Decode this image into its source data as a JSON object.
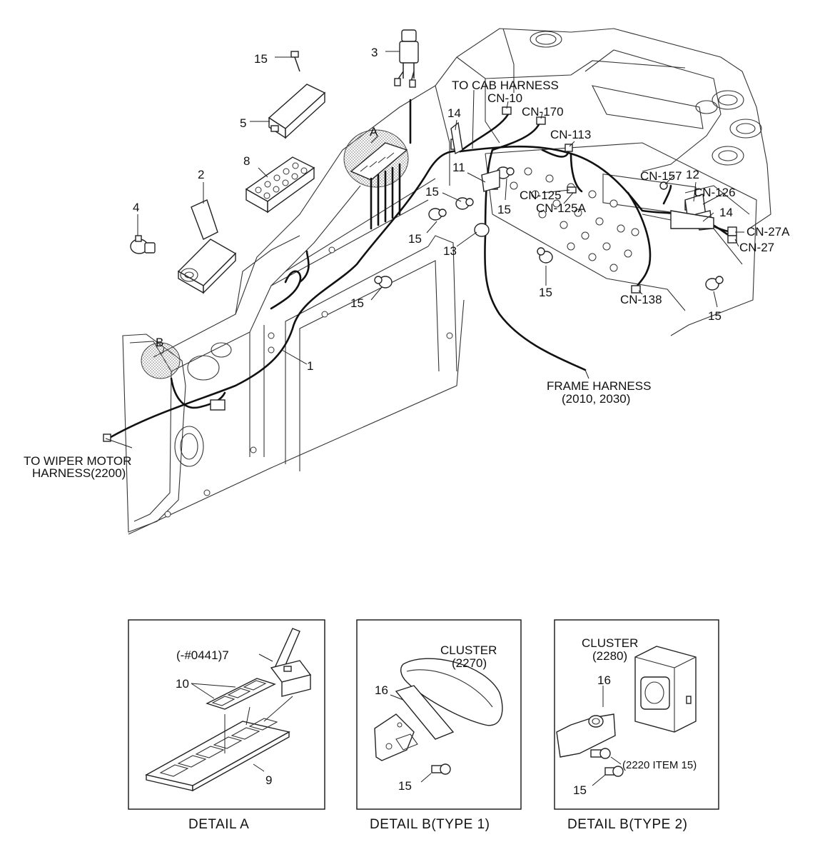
{
  "callouts": {
    "n1": "1",
    "n2": "2",
    "n3": "3",
    "n4": "4",
    "n5": "5",
    "n8": "8",
    "n11": "11",
    "n12": "12",
    "n13": "13",
    "n14": "14",
    "n15": "15",
    "A": "A",
    "B": "B"
  },
  "connectors": {
    "cn10": "CN-10",
    "cn170": "CN-170",
    "cn113": "CN-113",
    "cn157": "CN-157",
    "cn126": "CN-126",
    "cn125": "CN-125",
    "cn125a": "CN-125A",
    "cn27a": "CN-27A",
    "cn27": "CN-27",
    "cn138": "CN-138"
  },
  "harness_notes": {
    "cab": "TO CAB HARNESS",
    "frame_line1": "FRAME HARNESS",
    "frame_line2": "(2010, 2030)",
    "wiper_line1": "TO WIPER MOTOR",
    "wiper_line2": "HARNESS(2200)"
  },
  "detail_a": {
    "caption": "DETAIL  A",
    "label_7": "(-#0441)7",
    "n10": "10",
    "n9": "9"
  },
  "detail_b1": {
    "caption": "DETAIL  B(TYPE 1)",
    "cluster_line1": "CLUSTER",
    "cluster_line2": "(2270)",
    "n16": "16",
    "n15": "15"
  },
  "detail_b2": {
    "caption": "DETAIL  B(TYPE 2)",
    "cluster_line1": "CLUSTER",
    "cluster_line2": "(2280)",
    "n16": "16",
    "n15": "15",
    "ref": "(2220 ITEM 15)"
  }
}
